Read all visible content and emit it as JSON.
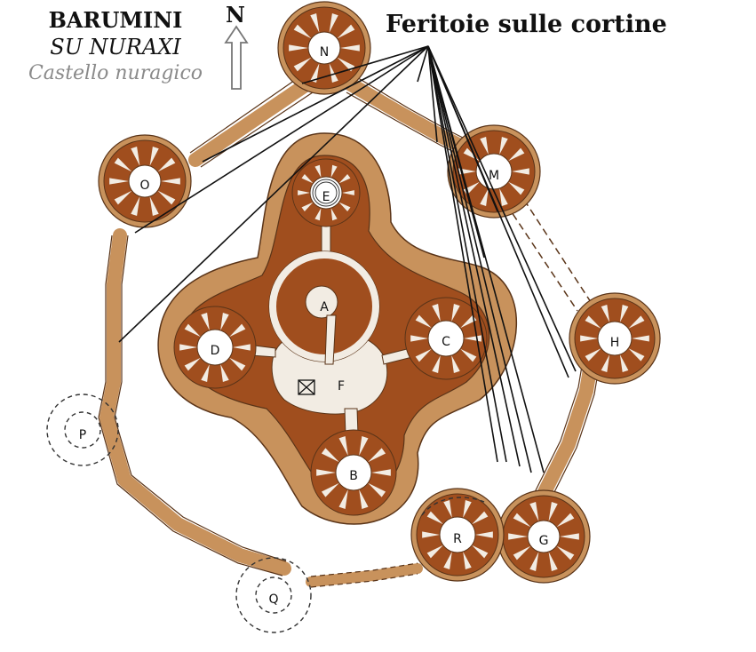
{
  "title": {
    "line1": "BARUMINI",
    "line2": "SU NURAXI",
    "line3": "Castello nuragico"
  },
  "north_label": "N",
  "annotation": "Feritoie sulle cortine",
  "towers": [
    {
      "id": "A",
      "label": "A"
    },
    {
      "id": "B",
      "label": "B"
    },
    {
      "id": "C",
      "label": "C"
    },
    {
      "id": "D",
      "label": "D"
    },
    {
      "id": "E",
      "label": "E"
    },
    {
      "id": "F",
      "label": "F"
    },
    {
      "id": "G",
      "label": "G"
    },
    {
      "id": "H",
      "label": "H"
    },
    {
      "id": "M",
      "label": "M"
    },
    {
      "id": "N",
      "label": "N"
    },
    {
      "id": "O",
      "label": "O"
    },
    {
      "id": "P",
      "label": "P"
    },
    {
      "id": "Q",
      "label": "Q"
    },
    {
      "id": "R",
      "label": "R"
    }
  ],
  "colors": {
    "light_wall": "#c8925c",
    "dark_wall": "#a04e1e",
    "outline": "#5a3418",
    "line": "#111111"
  }
}
